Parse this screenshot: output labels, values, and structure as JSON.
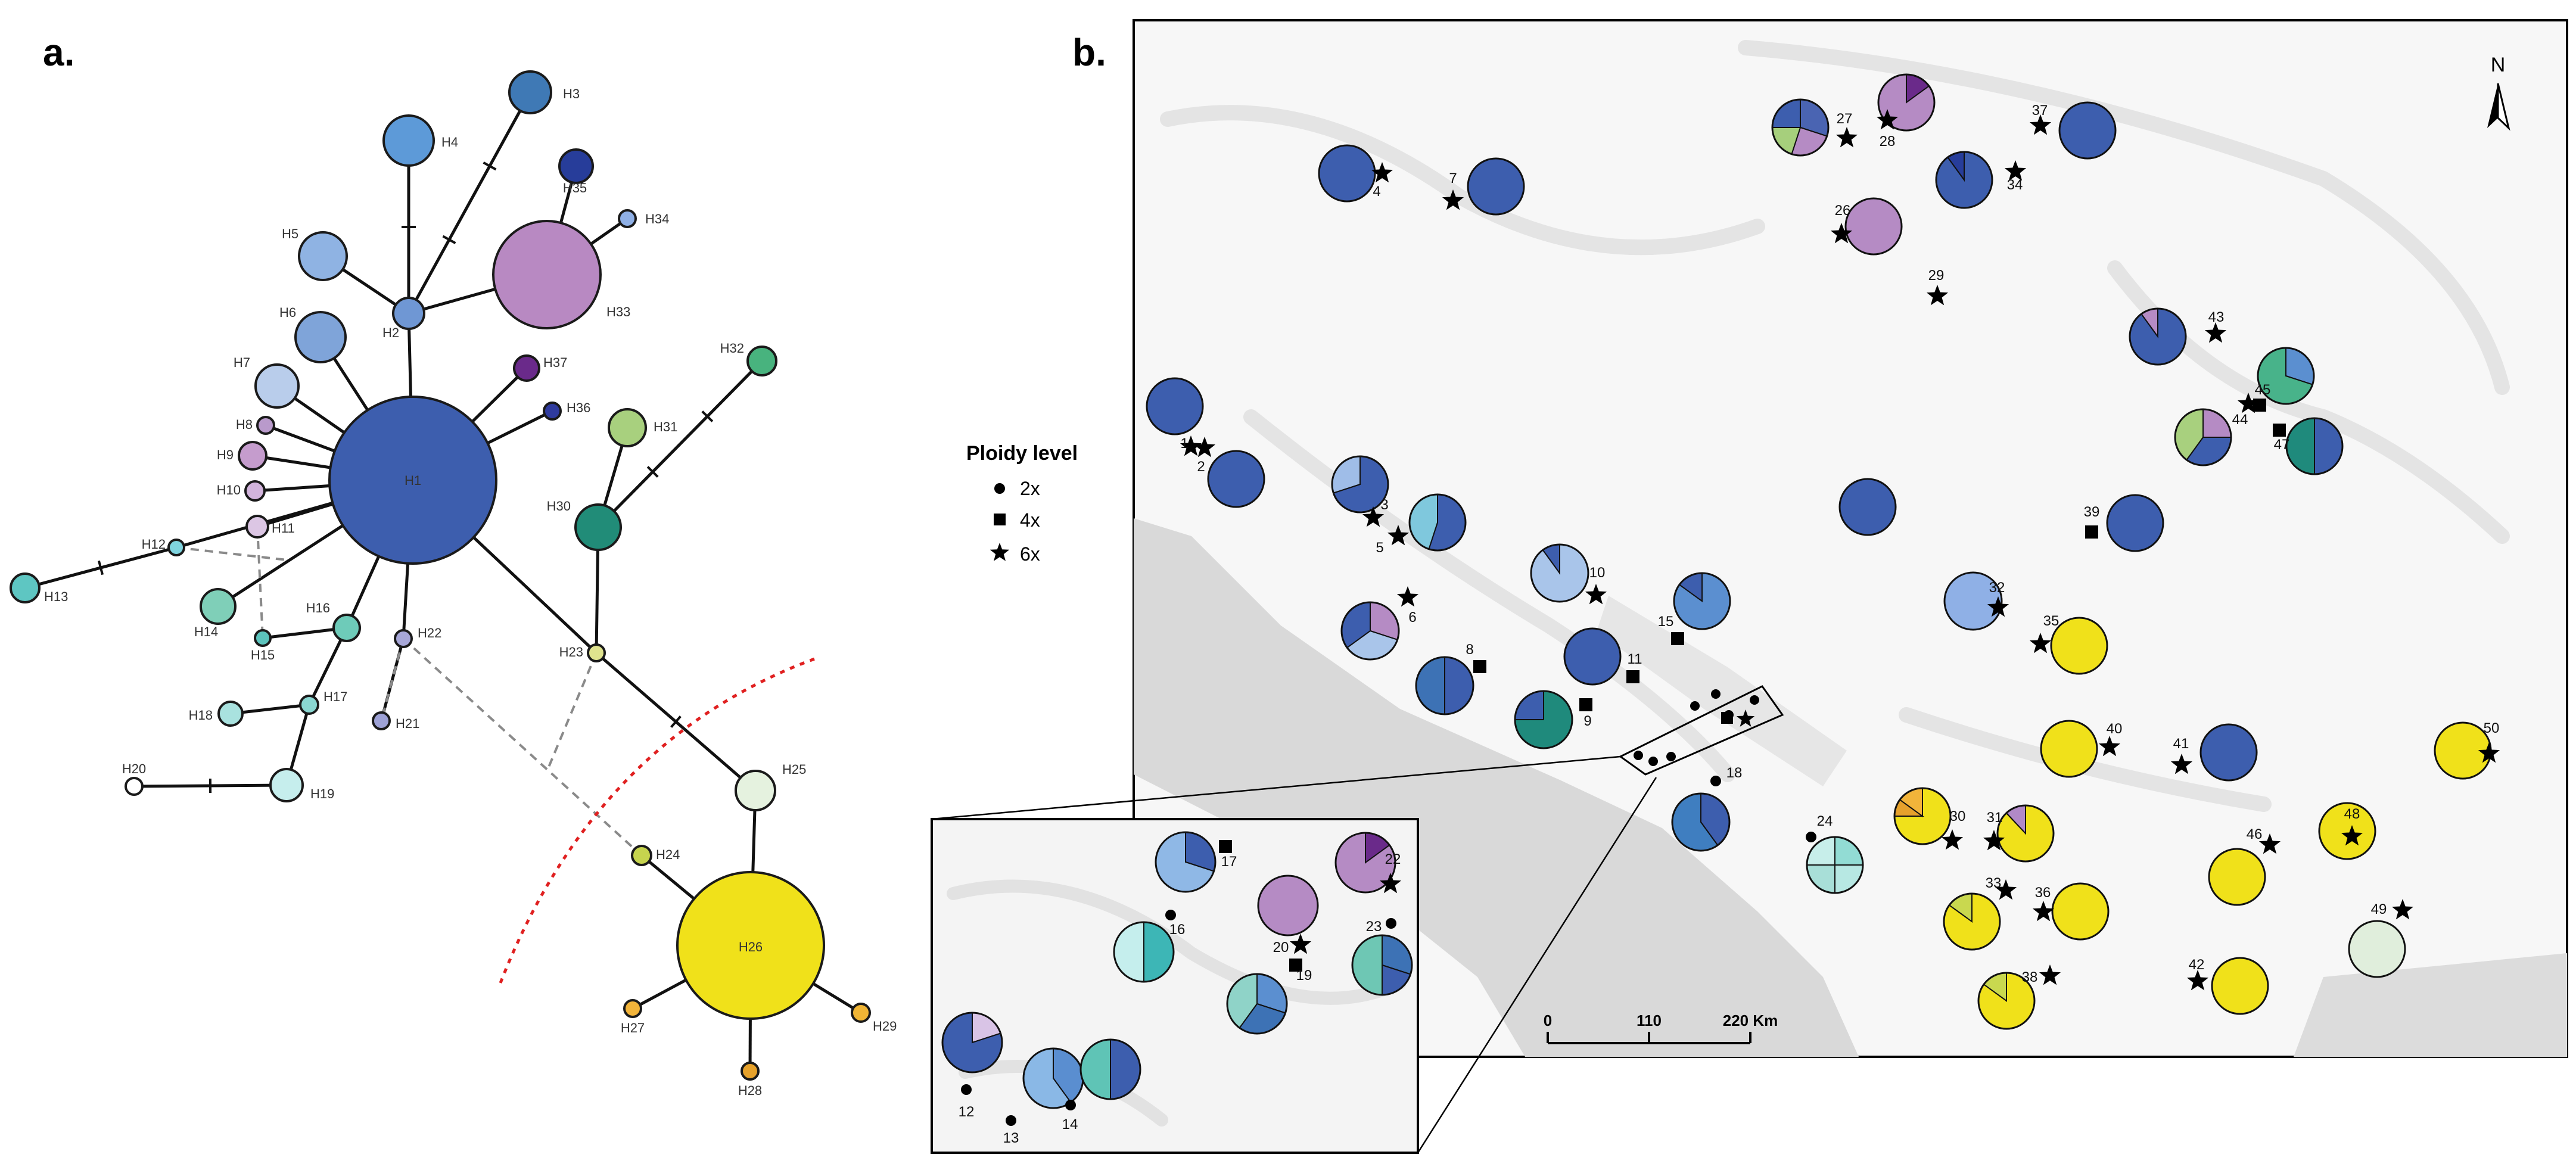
{
  "panel_a": {
    "label": "a.",
    "nodes": [
      {
        "id": "H1",
        "label": "H1",
        "color": "#3d5eae"
      },
      {
        "id": "H2",
        "label": "H2",
        "color": "#6f97d4"
      },
      {
        "id": "H3",
        "label": "H3",
        "color": "#3f79b5"
      },
      {
        "id": "H4",
        "label": "H4",
        "color": "#5d9ad8"
      },
      {
        "id": "H5",
        "label": "H5",
        "color": "#8fb3e3"
      },
      {
        "id": "H6",
        "label": "H6",
        "color": "#7fa4d9"
      },
      {
        "id": "H7",
        "label": "H7",
        "color": "#b9cdeb"
      },
      {
        "id": "H8",
        "label": "H8",
        "color": "#b99acb"
      },
      {
        "id": "H9",
        "label": "H9",
        "color": "#c59ccd"
      },
      {
        "id": "H10",
        "label": "H10",
        "color": "#d2b4dc"
      },
      {
        "id": "H11",
        "label": "H11",
        "color": "#dcc6e4"
      },
      {
        "id": "H12",
        "label": "H12",
        "color": "#7fd4df"
      },
      {
        "id": "H13",
        "label": "H13",
        "color": "#5ec6c2"
      },
      {
        "id": "H14",
        "label": "H14",
        "color": "#7fcfb8"
      },
      {
        "id": "H15",
        "label": "H15",
        "color": "#5cc4bd"
      },
      {
        "id": "H16",
        "label": "H16",
        "color": "#6ecbb9"
      },
      {
        "id": "H17",
        "label": "H17",
        "color": "#8ad7d2"
      },
      {
        "id": "H18",
        "label": "H18",
        "color": "#a9e2df"
      },
      {
        "id": "H19",
        "label": "H19",
        "color": "#c6eeed"
      },
      {
        "id": "H20",
        "label": "H20",
        "color": "#ffffff"
      },
      {
        "id": "H21",
        "label": "H21",
        "color": "#9ea2d6"
      },
      {
        "id": "H22",
        "label": "H22",
        "color": "#a7a7d8"
      },
      {
        "id": "H23",
        "label": "H23",
        "color": "#dfe38e"
      },
      {
        "id": "H24",
        "label": "H24",
        "color": "#c6d44e"
      },
      {
        "id": "H25",
        "label": "H25",
        "color": "#e5f2df"
      },
      {
        "id": "H26",
        "label": "H26",
        "color": "#f0e11a"
      },
      {
        "id": "H27",
        "label": "H27",
        "color": "#f2b43a"
      },
      {
        "id": "H28",
        "label": "H28",
        "color": "#e7a22b"
      },
      {
        "id": "H29",
        "label": "H29",
        "color": "#f0b535"
      },
      {
        "id": "H30",
        "label": "H30",
        "color": "#218c78"
      },
      {
        "id": "H31",
        "label": "H31",
        "color": "#a8d07e"
      },
      {
        "id": "H32",
        "label": "H32",
        "color": "#48b37e"
      },
      {
        "id": "H33",
        "label": "H33",
        "color": "#b889c2"
      },
      {
        "id": "H34",
        "label": "H34",
        "color": "#8fb0e6"
      },
      {
        "id": "H35",
        "label": "H35",
        "color": "#273d9a"
      },
      {
        "id": "H36",
        "label": "H36",
        "color": "#2f3b9e"
      },
      {
        "id": "H37",
        "label": "H37",
        "color": "#6a2a8a"
      }
    ]
  },
  "panel_b": {
    "label": "b.",
    "north": "N",
    "legend": {
      "title": "Ploidy level",
      "items": [
        {
          "symbol": "dot",
          "label": "2x"
        },
        {
          "symbol": "square",
          "label": "4x"
        },
        {
          "symbol": "star",
          "label": "6x"
        }
      ]
    },
    "scale": {
      "ticks": [
        "0",
        "110",
        "220 Km"
      ]
    },
    "populations": [
      "1",
      "2",
      "3",
      "4",
      "5",
      "6",
      "7",
      "8",
      "9",
      "10",
      "11",
      "12",
      "13",
      "14",
      "15",
      "16",
      "17",
      "18",
      "19",
      "20",
      "22",
      "23",
      "24",
      "26",
      "27",
      "28",
      "29",
      "30",
      "31",
      "32",
      "33",
      "34",
      "35",
      "36",
      "37",
      "38",
      "39",
      "40",
      "41",
      "42",
      "43",
      "44",
      "45",
      "46",
      "47",
      "48",
      "49",
      "50"
    ]
  },
  "colors": {
    "blue": "#3d5eae",
    "mid_blue": "#5b8fd0",
    "light_blue": "#a9c5ea",
    "lilac": "#b58bc4",
    "yellow": "#f0e11a",
    "teal": "#1f8a7c",
    "green": "#48b37e",
    "mint": "#92dcd4",
    "pale": "#e0eedc",
    "purple": "#6a2a8a",
    "orange": "#f2b43a",
    "dashed_red": "#e02020"
  }
}
